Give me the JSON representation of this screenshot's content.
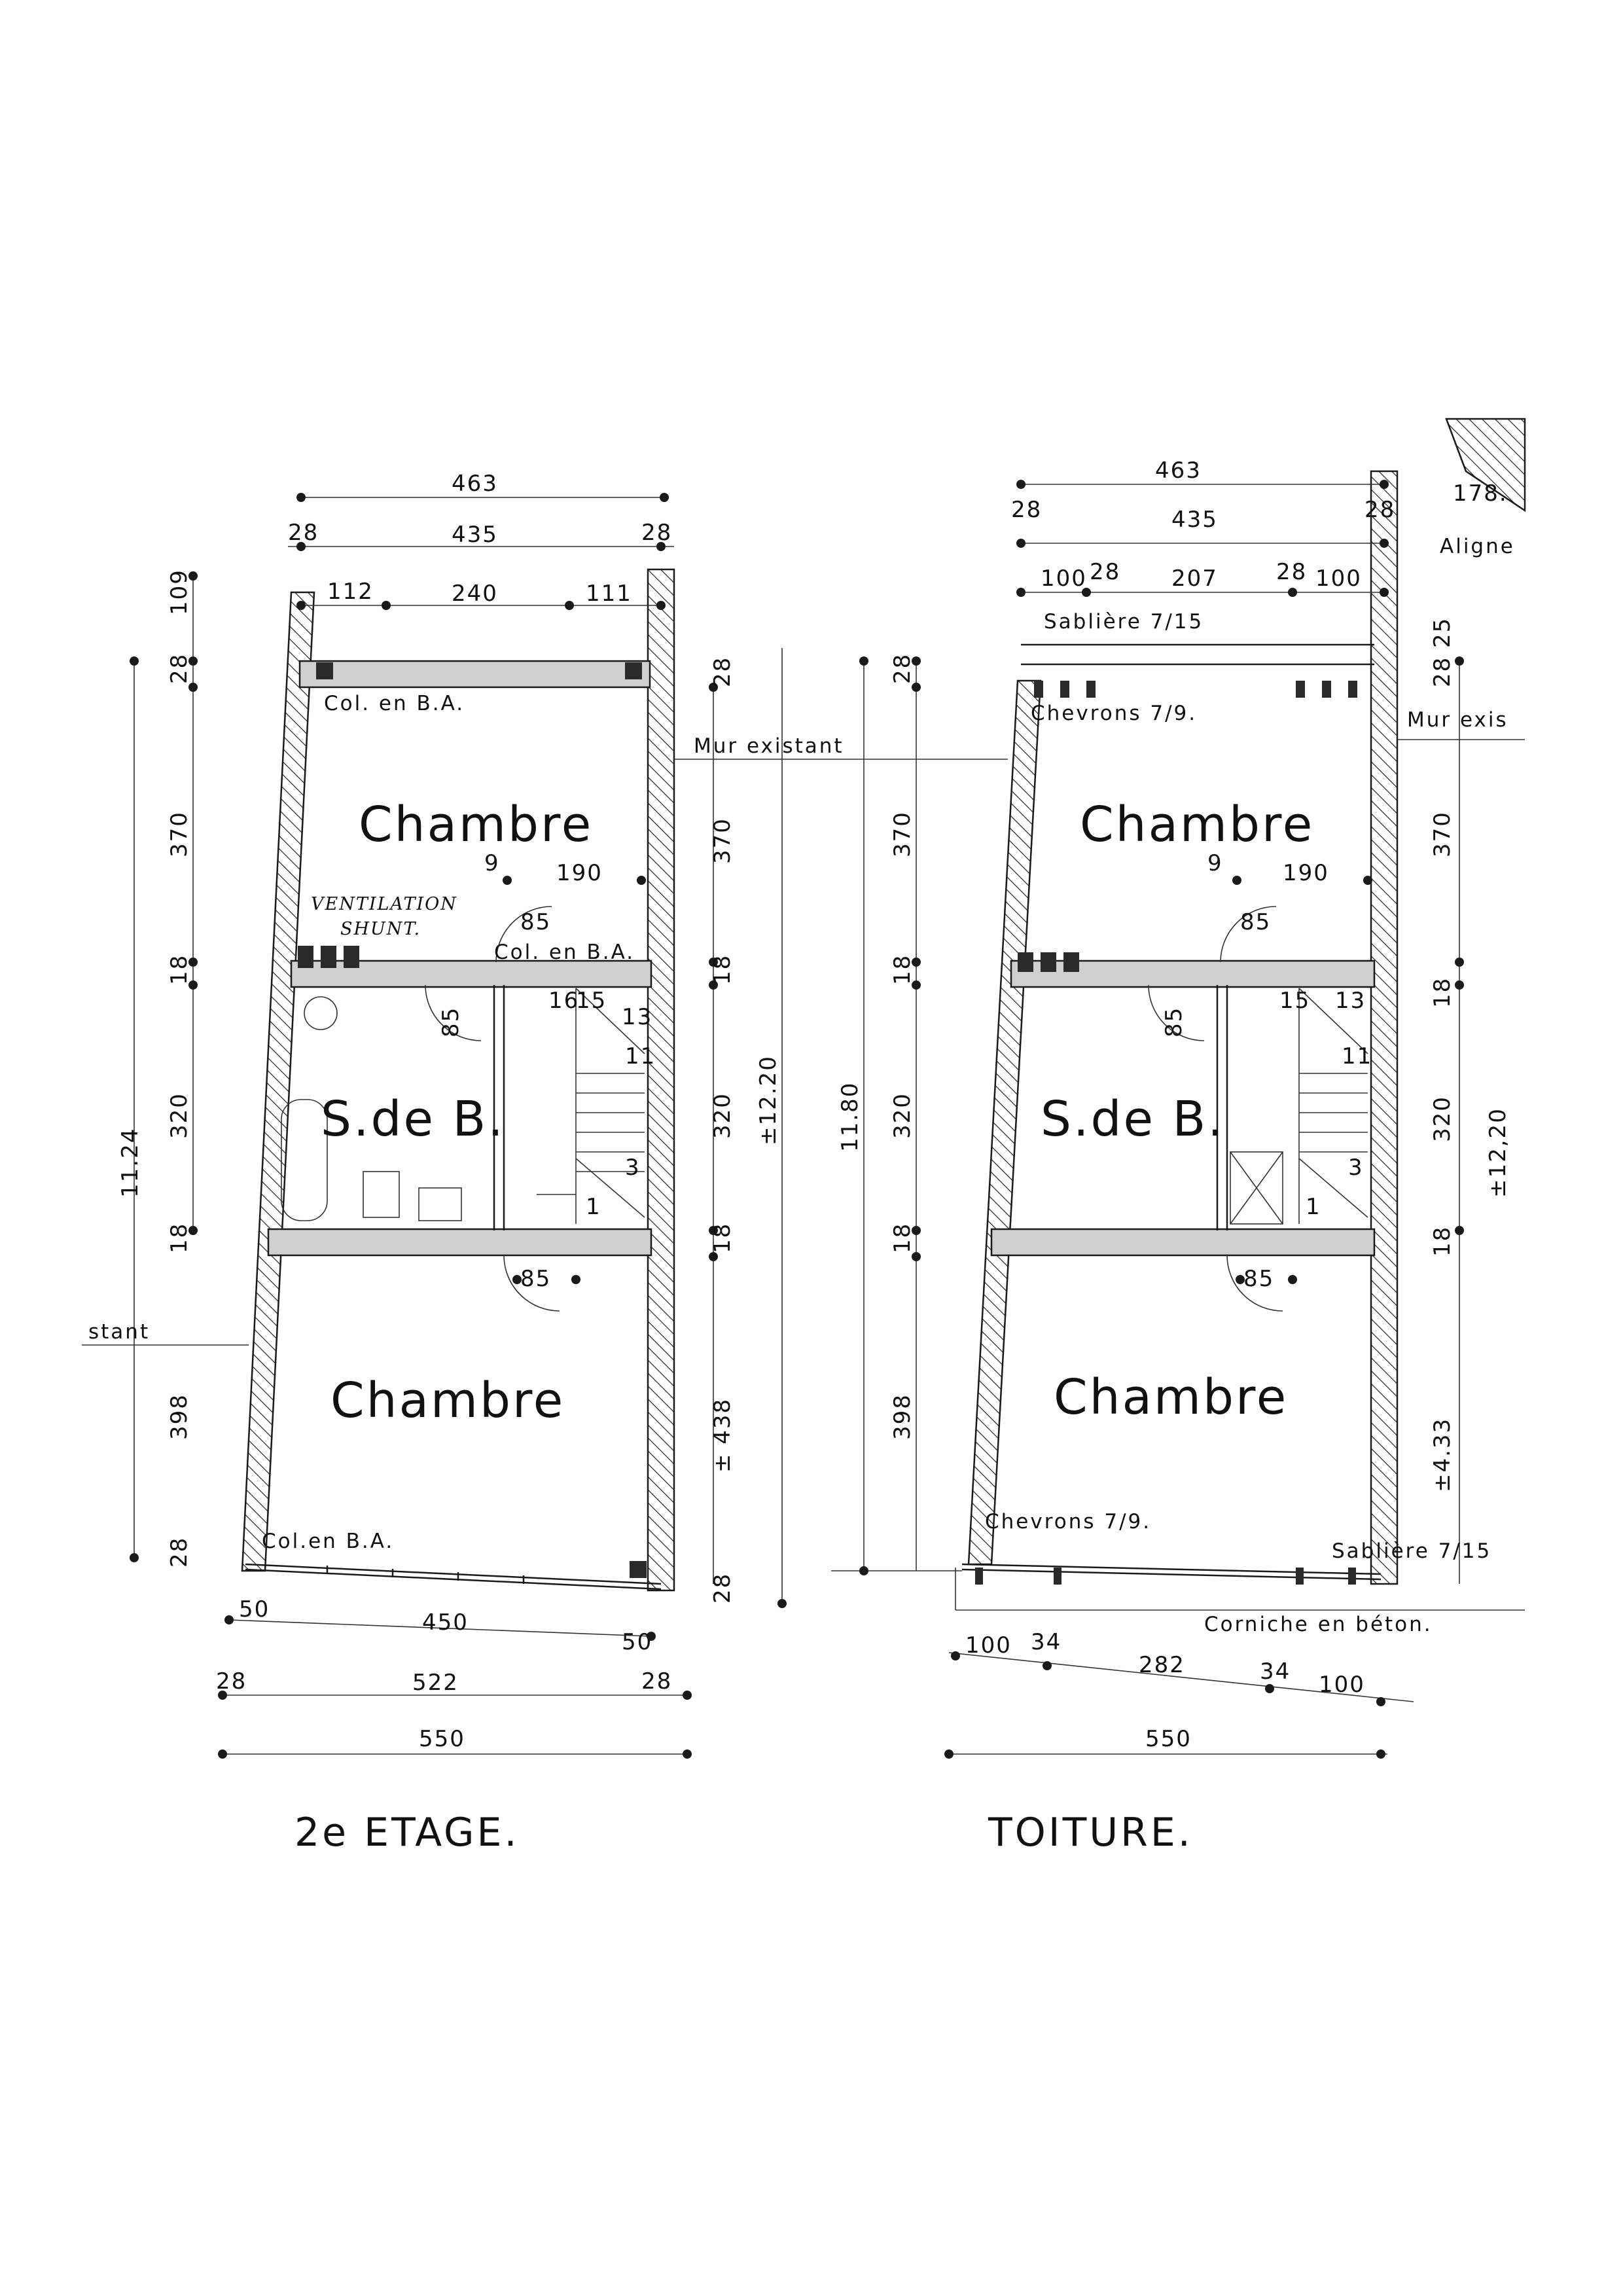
{
  "titles": {
    "left": "2e ETAGE.",
    "right": "TOITURE."
  },
  "rooms": {
    "chambre": "Chambre",
    "sdb_left": "S.de B.",
    "sdb_right": "S.de B."
  },
  "notes": {
    "col_ba_top": "Col. en B.A.",
    "col_ba_mid": "Col. en B.A.",
    "col_ba_bottom": "Col.en B.A.",
    "mur_existant": "Mur existant",
    "stant": "stant",
    "ventilation": "VENTILATION",
    "shunt": "SHUNT.",
    "sabliere_top": "Sablière 7/15",
    "chevrons_top": "Chevrons 7/9.",
    "mur_exis": "Mur exis",
    "aligne": "Aligne",
    "chevrons_bottom": "Chevrons 7/9.",
    "sabliere_bottom": "Sablière 7/15",
    "corniche": "Corniche en béton."
  },
  "dims": {
    "d463": "463",
    "d435": "435",
    "d28": "28",
    "d240": "240",
    "d112": "112",
    "d111": "111",
    "d109": "109",
    "d370": "370",
    "d18": "18",
    "d320": "320",
    "d398": "398",
    "d1124": "11.24",
    "d1220": "±12.20",
    "d1220r": "±12,20",
    "d1180": "11.80",
    "d438": "± 438",
    "d433": "±4.33",
    "d190": "190",
    "d9": "9",
    "d85": "85",
    "d50": "50",
    "d450": "450",
    "d522": "522",
    "d550": "550",
    "d100": "100",
    "d207": "207",
    "d178": "178.",
    "d282": "282",
    "d34": "34",
    "d25": "25"
  },
  "stairs": {
    "s16": "16",
    "s15": "15",
    "s13": "13",
    "s11": "11",
    "s3": "3",
    "s1": "1"
  }
}
